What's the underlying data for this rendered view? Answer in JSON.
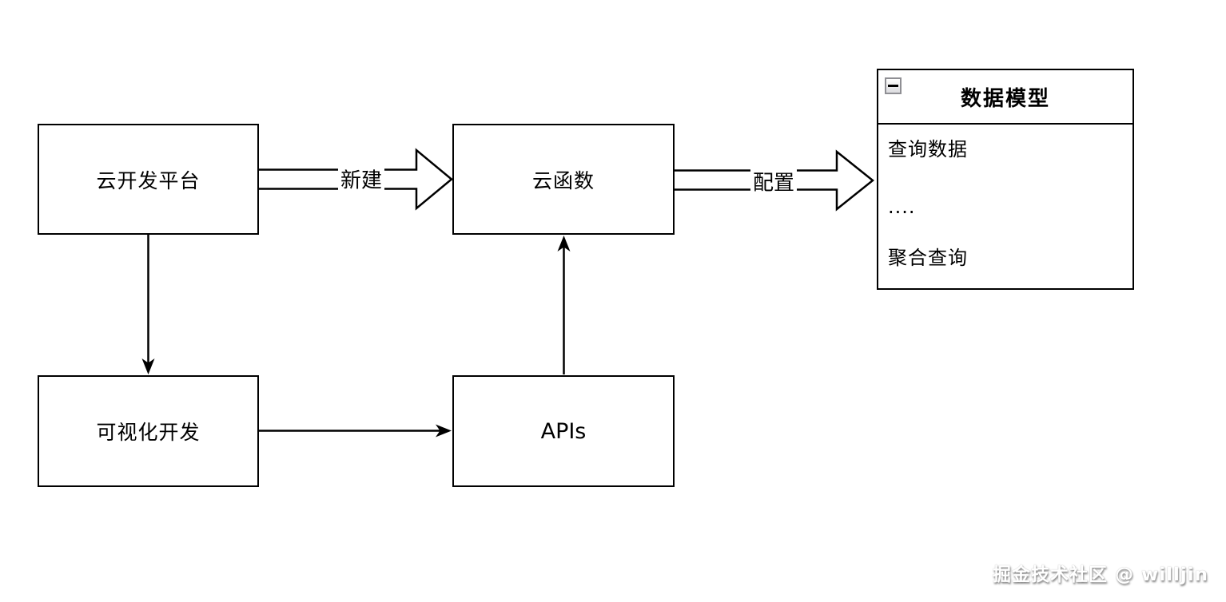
{
  "diagram": {
    "nodes": {
      "cloud_platform": {
        "label": "云开发平台"
      },
      "cloud_function": {
        "label": "云函数"
      },
      "visual_dev": {
        "label": "可视化开发"
      },
      "apis": {
        "label": "APIs"
      }
    },
    "data_model": {
      "title": "数据模型",
      "collapse_icon": "minus-square",
      "items": [
        "查询数据",
        "....",
        "聚合查询"
      ]
    },
    "edges": {
      "create_label": "新建",
      "configure_label": "配置",
      "connections": [
        {
          "from": "cloud_platform",
          "to": "cloud_function",
          "label": "新建",
          "style": "block-arrow"
        },
        {
          "from": "cloud_function",
          "to": "data_model",
          "label": "配置",
          "style": "block-arrow"
        },
        {
          "from": "cloud_platform",
          "to": "visual_dev",
          "label": "",
          "style": "thin-arrow"
        },
        {
          "from": "visual_dev",
          "to": "apis",
          "label": "",
          "style": "thin-arrow"
        },
        {
          "from": "apis",
          "to": "cloud_function",
          "label": "",
          "style": "thin-arrow"
        }
      ]
    },
    "colors": {
      "stroke": "#000000",
      "background": "#ffffff",
      "collapse_btn_border": "#8f8f94",
      "watermark_text": "#ffffff"
    }
  },
  "watermark": {
    "text": "掘金技术社区 @ willjin"
  }
}
